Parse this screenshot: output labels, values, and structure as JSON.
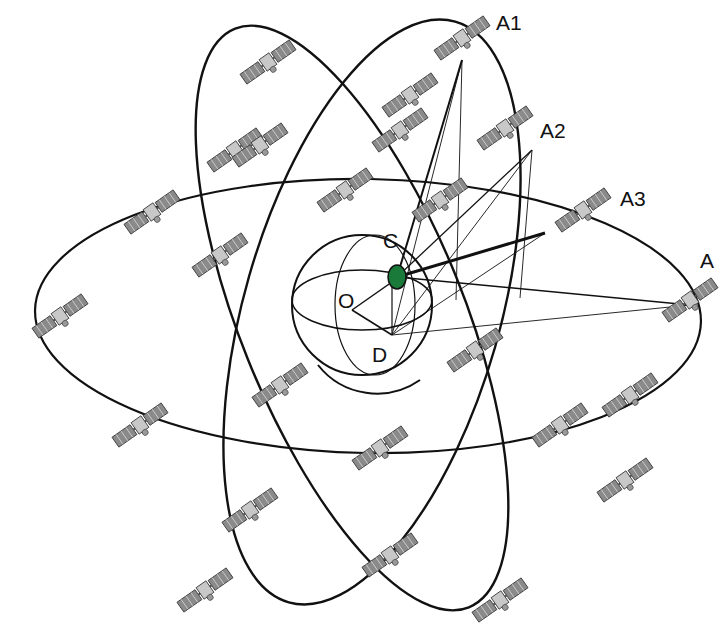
{
  "diagram": {
    "labels": [
      "A1",
      "A2",
      "A3",
      "A",
      "C",
      "O",
      "D"
    ]
  }
}
